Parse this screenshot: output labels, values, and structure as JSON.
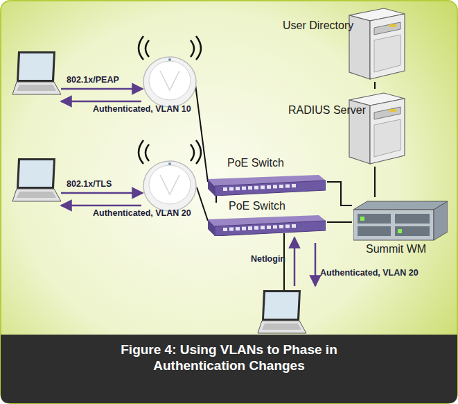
{
  "diagram": {
    "caption": "Figure 4: Using VLANs to Phase in Authentication Changes",
    "nodes": [
      {
        "text": [
          "User Directory"
        ]
      },
      {
        "text": [
          "RADIUS Server"
        ]
      },
      {
        "text": [
          "PoE Switch"
        ]
      },
      {
        "text": [
          "PoE Switch"
        ]
      },
      {
        "text": [
          "Summit WM"
        ]
      }
    ],
    "edges": [
      {
        "from": 0,
        "to": 1,
        "arrow": "none"
      },
      {
        "from": 1,
        "to": 4,
        "arrow": "none"
      },
      {
        "from": 2,
        "to": 4,
        "arrow": "none"
      },
      {
        "from": 3,
        "to": 4,
        "arrow": "none"
      },
      {
        "from": 2,
        "to": 3,
        "arrow": "none"
      }
    ],
    "labels": [
      "802.1x/PEAP",
      "Authenticated, VLAN 10",
      "802.1x/TLS",
      "Authenticated, VLAN 20",
      "Netlogin",
      "Authenticated, VLAN 20"
    ]
  }
}
